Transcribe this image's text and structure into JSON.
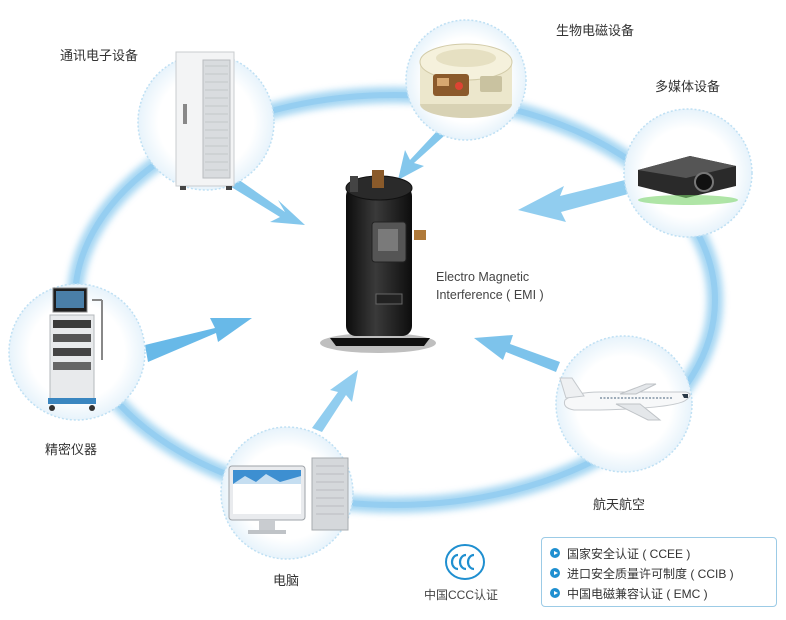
{
  "nodes": {
    "telecom": "通讯电子设备",
    "bio": "生物电磁设备",
    "multimedia": "多媒体设备",
    "precision": "精密仪器",
    "computer": "电脑",
    "aerospace": "航天航空"
  },
  "center": {
    "line1": "Electro Magnetic",
    "line2": "Interference ( EMI )"
  },
  "ccc_label": "中国CCC认证",
  "certs": [
    "国家安全认证 ( CCEE )",
    "进口安全质量许可制度 ( CCIB )",
    "中国电磁兼容认证 ( EMC )"
  ],
  "colors": {
    "ring": "#5ab4e8",
    "accent": "#1f8fd0"
  },
  "icons": {
    "compressor": "compressor-icon",
    "cabinet": "server-cabinet-icon",
    "cooker": "rice-cooker-icon",
    "projector": "projector-icon",
    "cart": "medical-cart-icon",
    "computer": "computer-icon",
    "airplane": "airplane-icon"
  }
}
